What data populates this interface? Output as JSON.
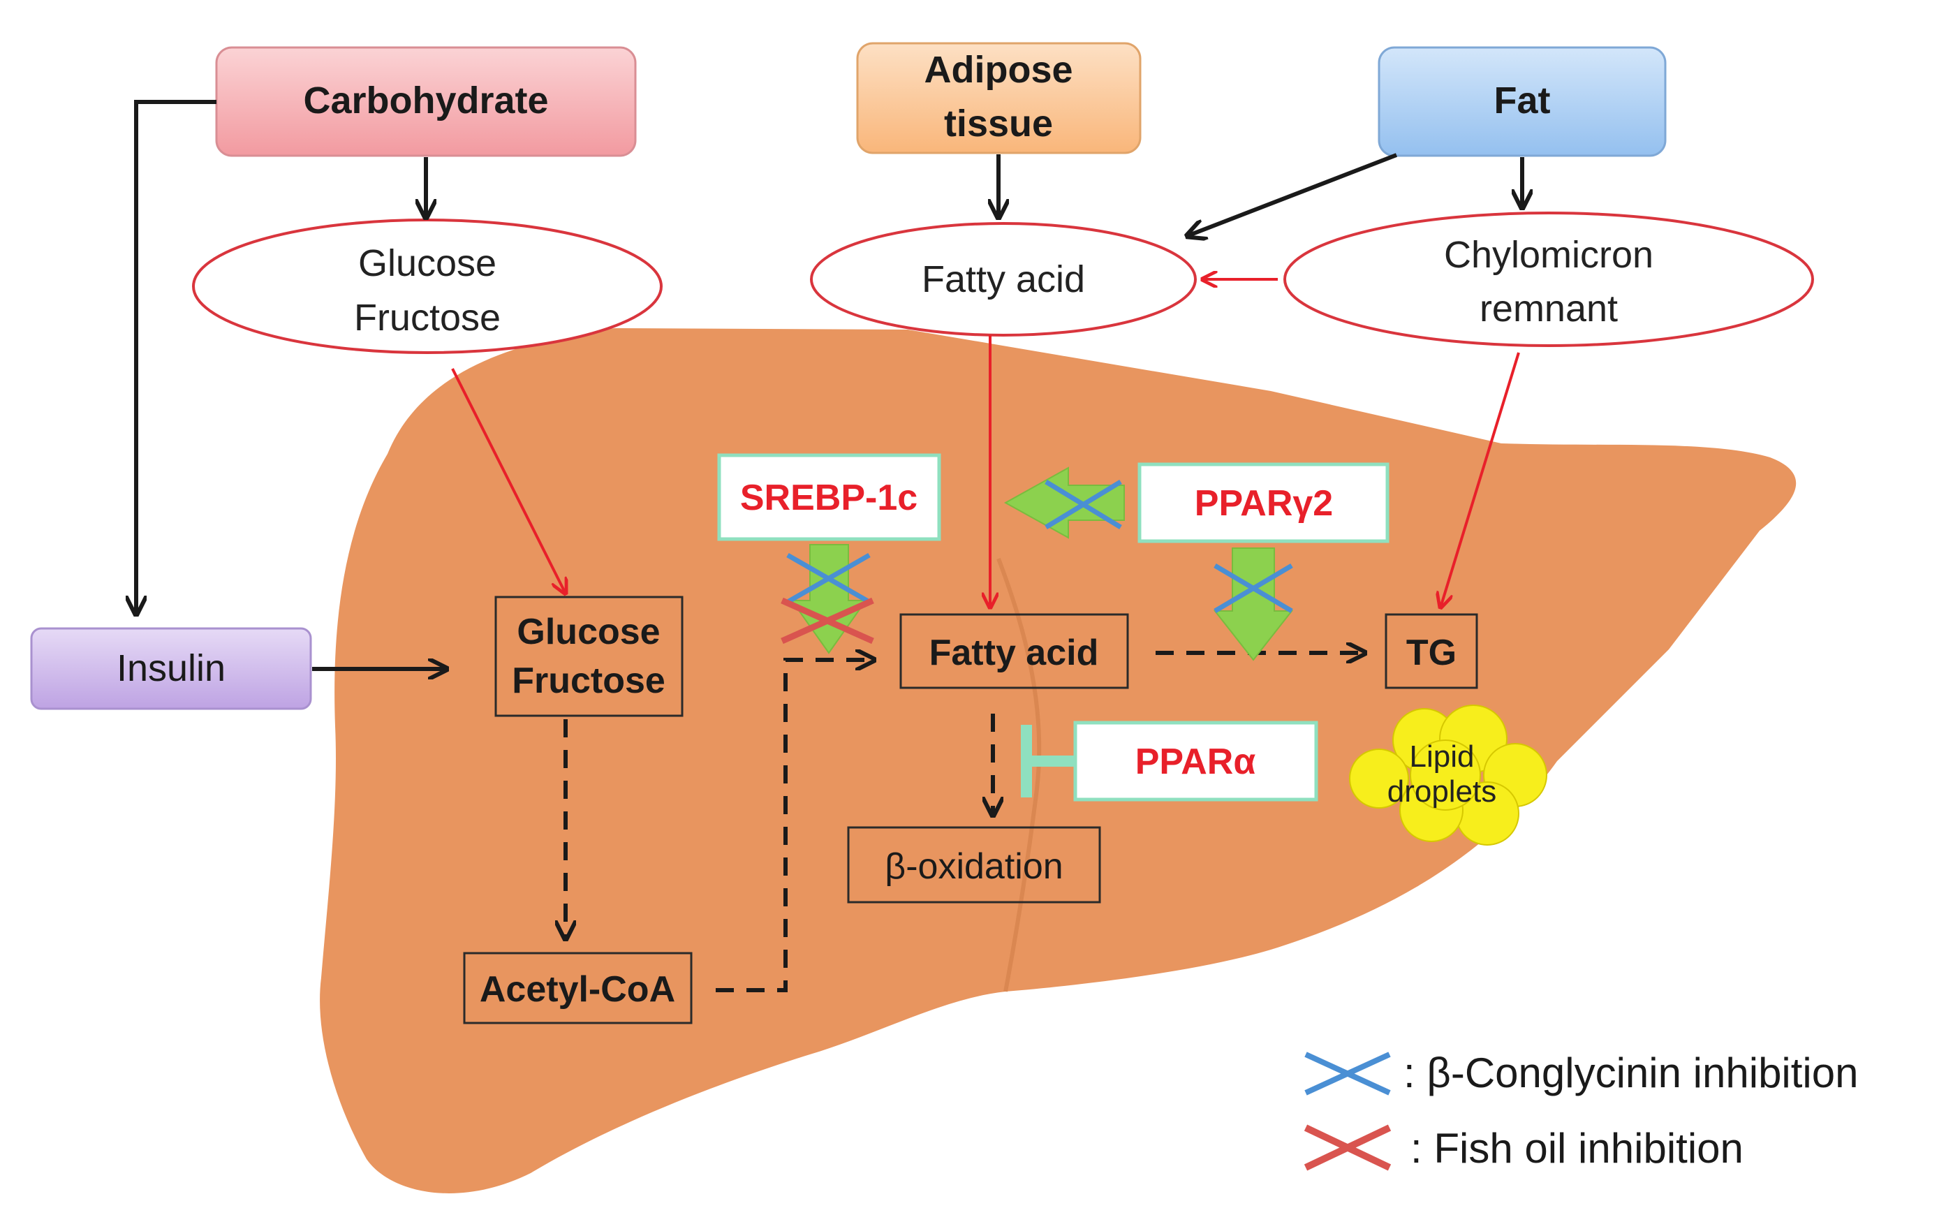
{
  "top_sources": {
    "carbohydrate": "Carbohydrate",
    "adipose_line1": "Adipose",
    "adipose_line2": "tissue",
    "fat": "Fat"
  },
  "ellipses": {
    "glucose_line1": "Glucose",
    "glucose_line2": "Fructose",
    "fatty_acid": "Fatty acid",
    "chylo_line1": "Chylomicron",
    "chylo_line2": "remnant"
  },
  "insulin": "Insulin",
  "liver": {
    "glucose_line1": "Glucose",
    "glucose_line2": "Fructose",
    "acetyl_coa": "Acetyl-CoA",
    "fatty_acid": "Fatty acid",
    "tg": "TG",
    "beta_oxidation": "β-oxidation",
    "lipid_line1": "Lipid",
    "lipid_line2": "droplets"
  },
  "regulators": {
    "srebp": "SREBP-1c",
    "ppar_gamma": "PPARγ2",
    "ppar_alpha": "PPARα"
  },
  "legend": {
    "conglycinin": ": β-Conglycinin inhibition",
    "fish_oil": ": Fish oil inhibition"
  },
  "colors": {
    "liver": "#e8955f",
    "carbohydrate": "#f4a9ad",
    "adipose": "#fbc48e",
    "fat": "#a9cdf3",
    "insulin": "#cdb6ea",
    "red": "#e8202a",
    "green_arrow": "#8cd14e",
    "blue_cross": "#4a8fd4",
    "red_cross": "#d9544f",
    "lipid": "#f7ee1c"
  }
}
